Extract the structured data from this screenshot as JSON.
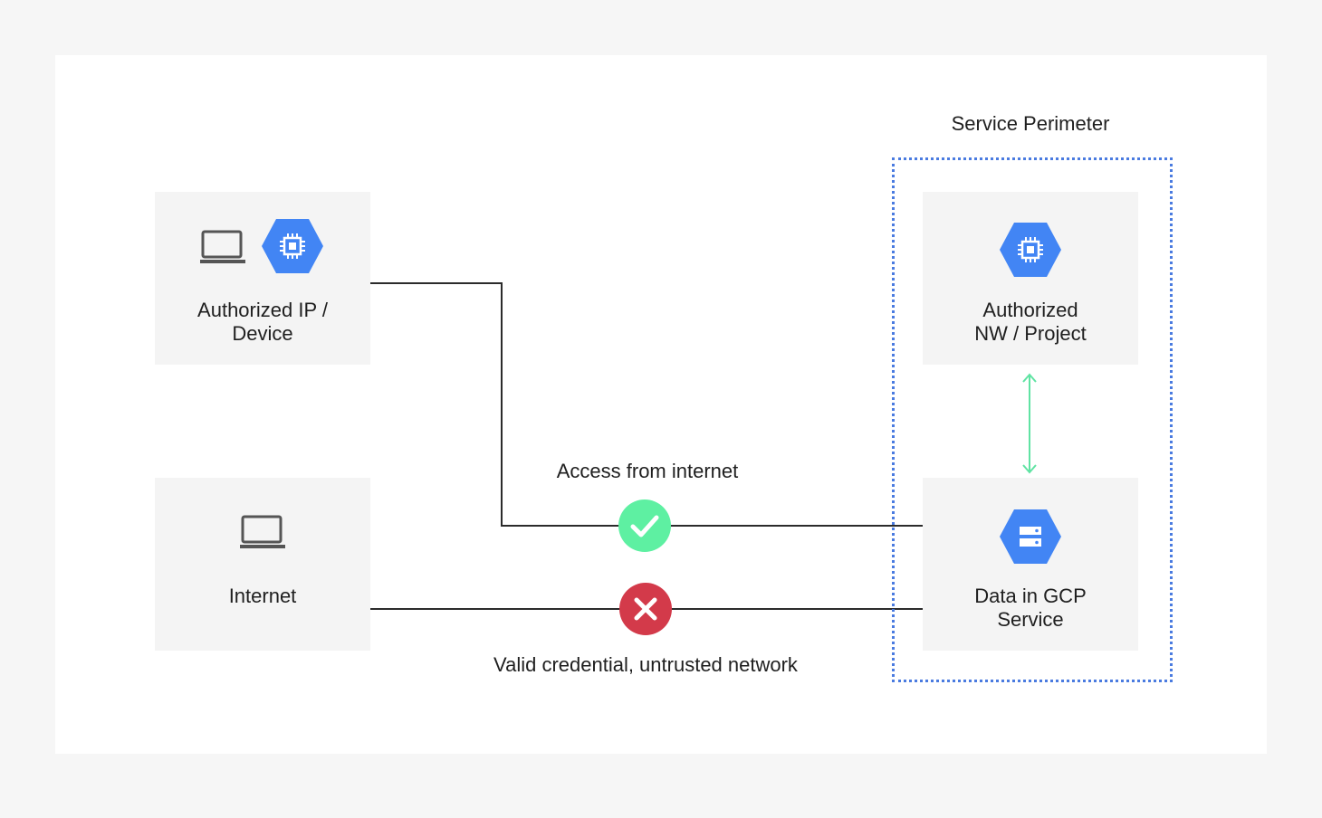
{
  "nodes": {
    "authorized_device": {
      "label": "Authorized IP /\nDevice"
    },
    "internet": {
      "label": "Internet"
    },
    "authorized_project": {
      "label": "Authorized\nNW / Project"
    },
    "gcp_data": {
      "label": "Data in GCP\nService"
    }
  },
  "perimeter": {
    "label": "Service Perimeter"
  },
  "connections": {
    "allowed": {
      "label": "Access from internet",
      "status": "allowed"
    },
    "blocked": {
      "label": "Valid credential, untrusted network",
      "status": "blocked"
    }
  },
  "icons": {
    "laptop": "laptop-icon",
    "compute": "compute-engine-icon",
    "storage": "storage-icon",
    "check": "check-icon",
    "cross": "cross-icon"
  },
  "colors": {
    "gcp_blue": "#4285f4",
    "allowed_green": "#5ef0a2",
    "blocked_red": "#d33a4a",
    "perimeter_border": "#4a7be0",
    "arrow_green": "#60e3a3"
  }
}
